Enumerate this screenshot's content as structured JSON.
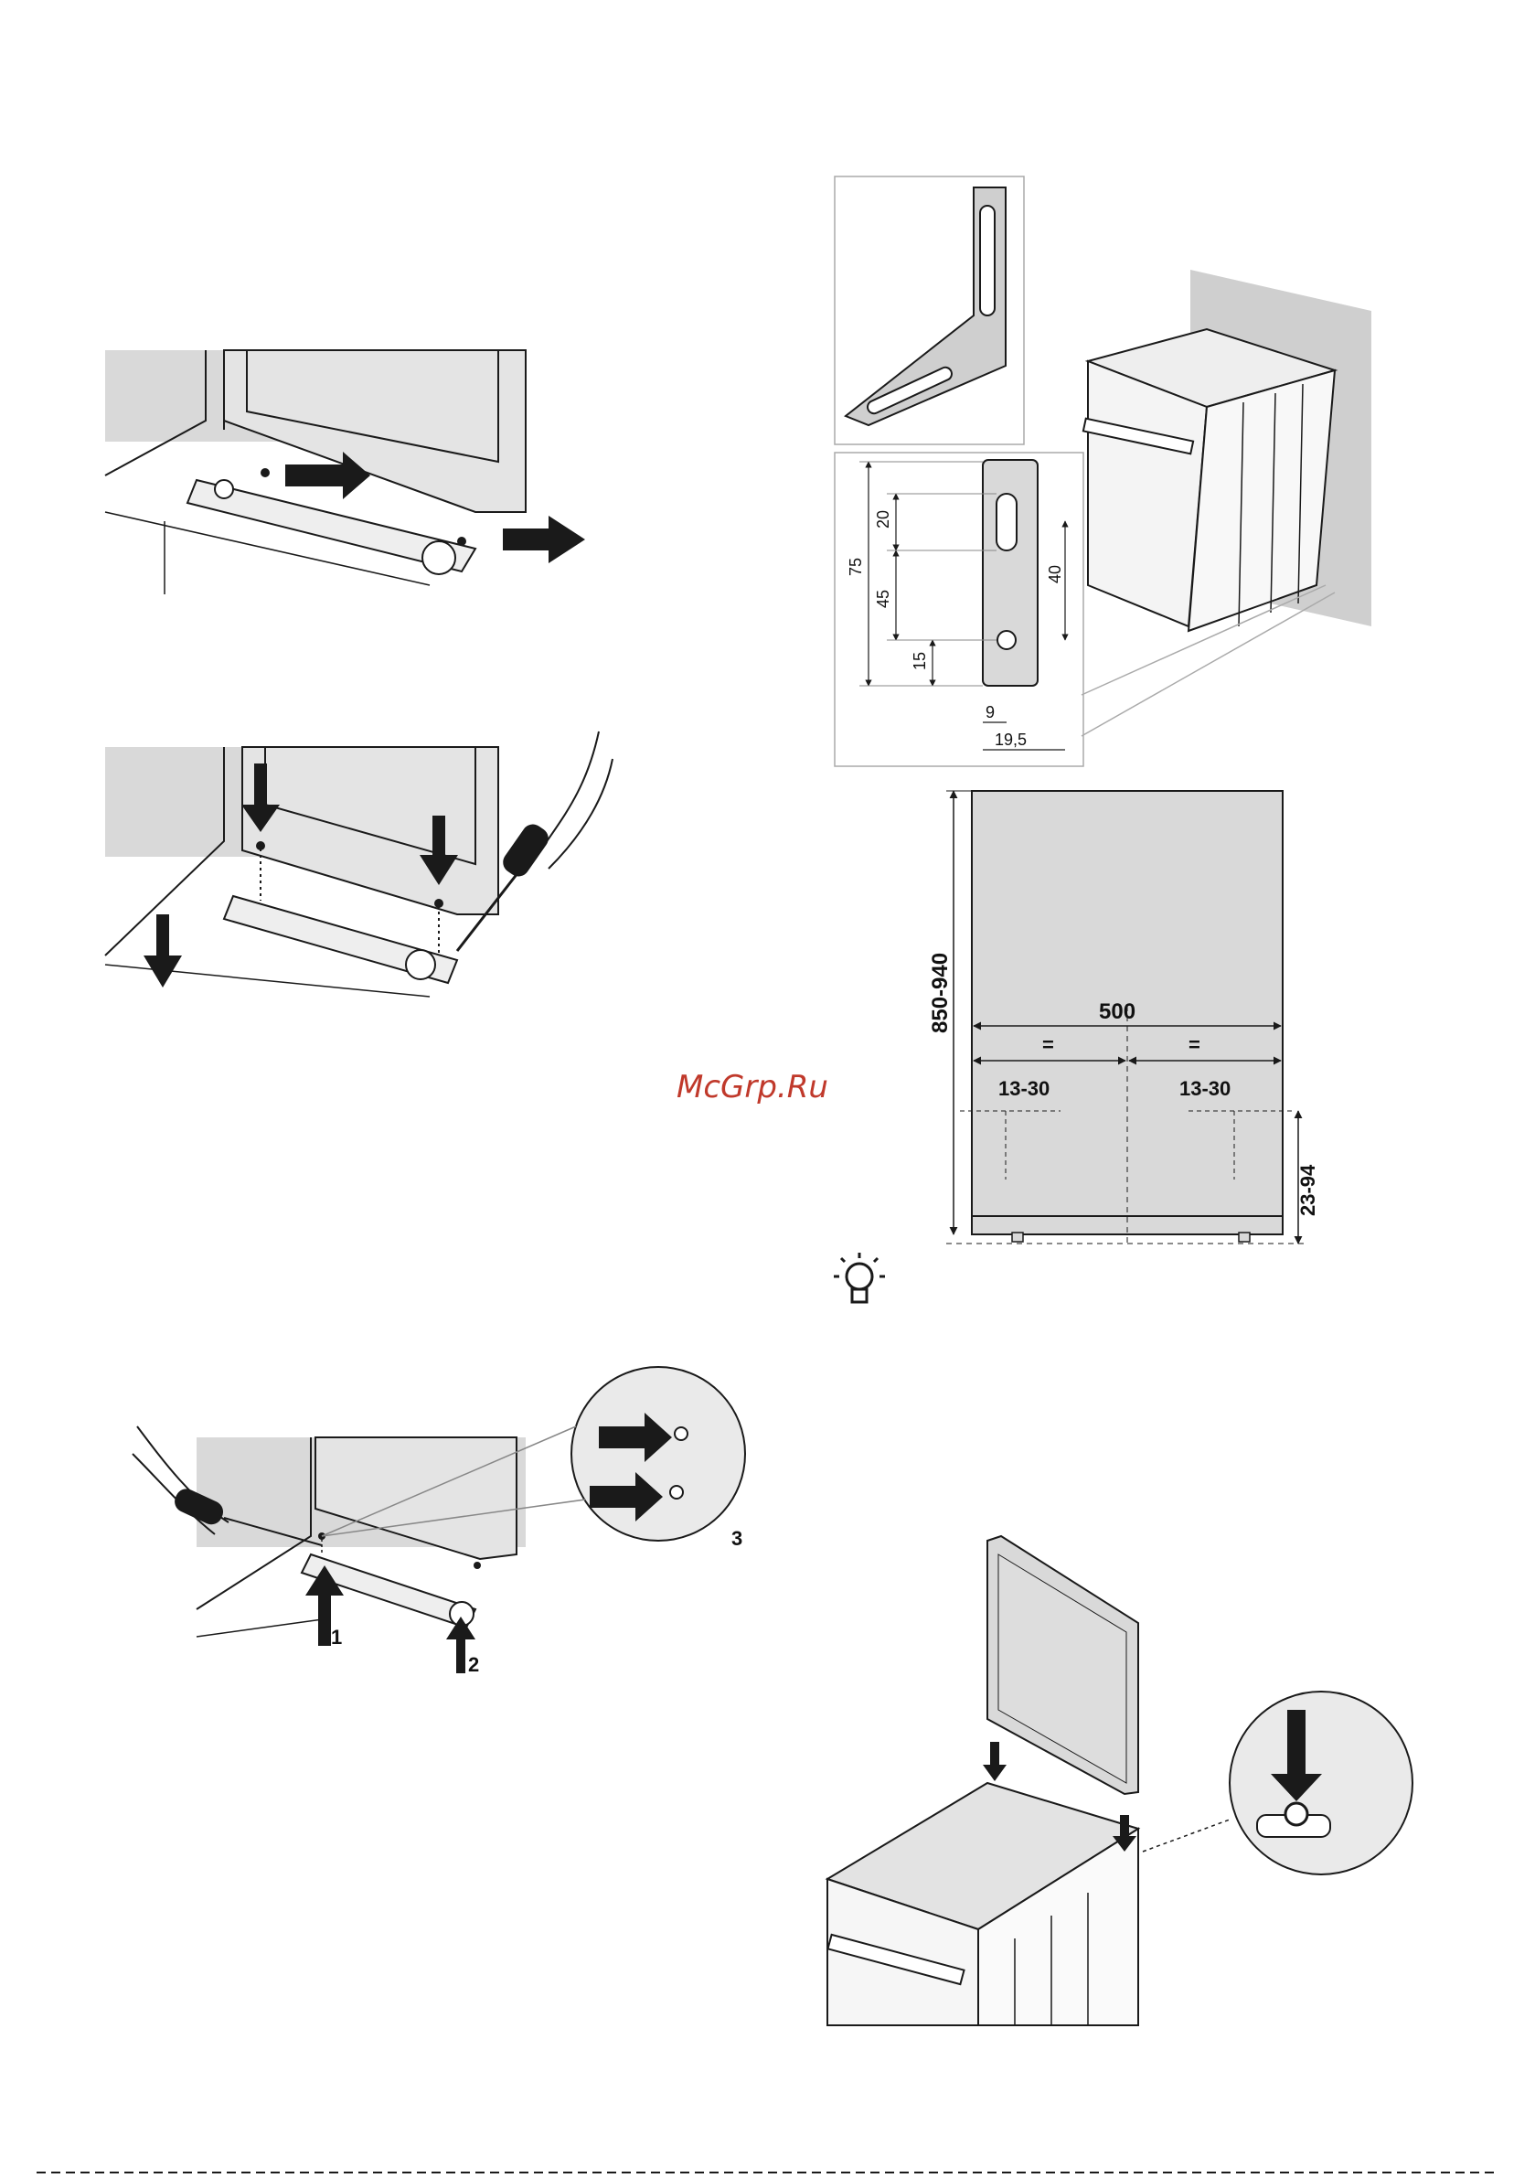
{
  "watermark": "McGrp.Ru",
  "colors": {
    "panel": "#d9d9d9",
    "wall": "#cfcfcf",
    "line": "#1a1a1a",
    "watermark": "#c0392b"
  },
  "bracket_detail": {
    "dims": [
      "20",
      "75",
      "45",
      "15",
      "40",
      "9",
      "19,5"
    ]
  },
  "niche_diagram": {
    "height_label": "850-940",
    "width_label": "500",
    "equal_left": "=",
    "equal_right": "=",
    "offset_left": "13-30",
    "offset_right": "13-30",
    "foot_height": "23-94"
  },
  "step3_callouts": [
    "1",
    "2",
    "3"
  ],
  "icons": [
    "lightbulb-icon"
  ]
}
